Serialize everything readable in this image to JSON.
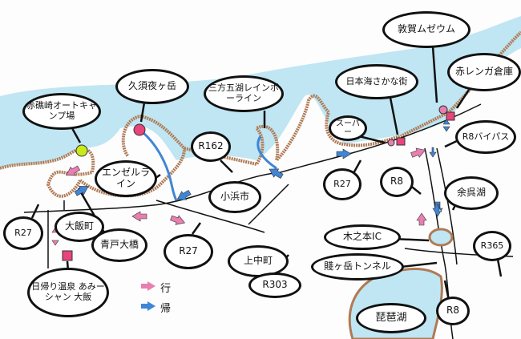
{
  "labels": {
    "akasaki_camp": "赤礁崎オートキャンプ場",
    "kusuyagatake": "久須夜ヶ岳",
    "mikatagoko": "三方五湖レインボーライン",
    "sakana_machi": "日本海さかな街",
    "tsuruga_museum": "敦賀ムゼウム",
    "red_brick": "赤レンガ倉庫",
    "supermarket": "スーパー",
    "r8_bypass": "R8バイパス",
    "r162": "R162",
    "angel_line": "エンゼルライン",
    "obama": "小浜市",
    "r27_east": "R27",
    "r8_mid": "R8",
    "yogo_lake": "余呉湖",
    "r27_west": "R27",
    "ohi_town": "大飯町",
    "aoto_bridge": "青戸大橋",
    "r27_center": "R27",
    "kaminaka": "上中町",
    "r303": "R303",
    "kinomoto_ic": "木之本IC",
    "shizugatake_tunnel": "賤ヶ岳トンネル",
    "r365": "R365",
    "biwako": "琵琶湖",
    "r8_south": "R8",
    "onsen": "日帰り温泉 あみーシャン 大飯"
  },
  "legend": {
    "outbound": "行",
    "return": "帰",
    "outbound_color": "#e87fb0",
    "return_color": "#3f86d6"
  },
  "colors": {
    "sea": "#bfe6f2",
    "coast": "#b07a55",
    "marker_pink": "#e8457a",
    "marker_green": "#c9ea1a"
  }
}
